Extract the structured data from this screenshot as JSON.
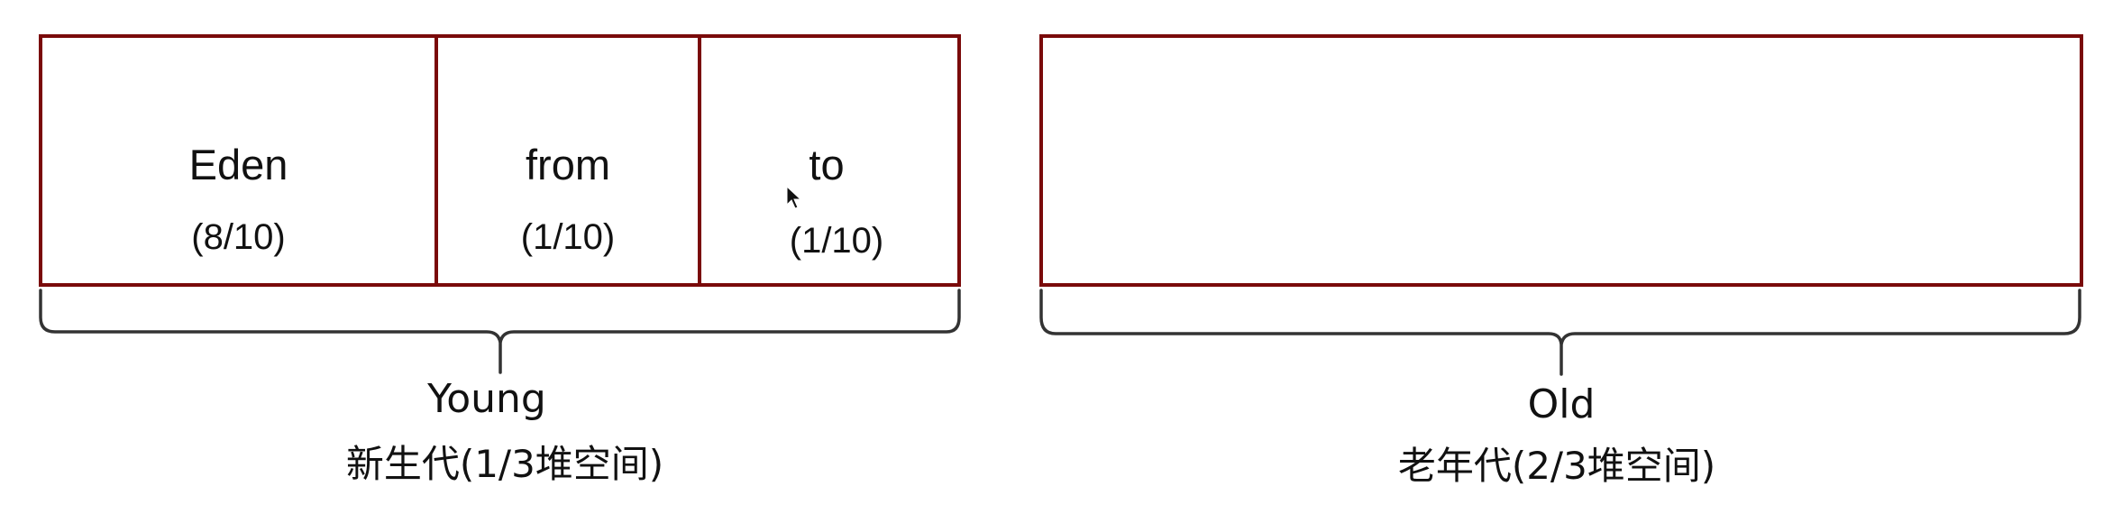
{
  "young": {
    "cells": [
      {
        "name": "Eden",
        "ratio": "(8/10)"
      },
      {
        "name": "from",
        "ratio": "(1/10)"
      },
      {
        "name": "to",
        "ratio": "(1/10)"
      }
    ],
    "label_en": "Young",
    "label_zh": "新生代(1/3堆空间)"
  },
  "old": {
    "label_en": "Old",
    "label_zh": "老年代(2/3堆空间)"
  },
  "colors": {
    "box_border": "#7a0a0a",
    "brace": "#333333",
    "text": "#111111"
  },
  "icons": {
    "cursor": "mouse-pointer-icon"
  }
}
